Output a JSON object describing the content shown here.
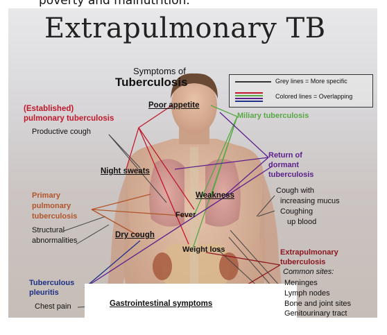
{
  "caption": "poverty and malnutrition.",
  "title": "Extrapulmonary TB",
  "diagram": {
    "heading_line1": "Symptoms of",
    "heading_line2": "Tuberculosis",
    "legend": {
      "grey": "Grey lines = More specific",
      "colored": "Colored lines = Overlapping"
    },
    "stages": {
      "established_1": "(Established)",
      "established_2": "pulmonary tuberculosis",
      "miliary": "Miliary tuberculosis",
      "return_1": "Return of",
      "return_2": "dormant",
      "return_3": "tuberculosis",
      "primary_1": "Primary",
      "primary_2": "pulmonary",
      "primary_3": "tuberculosis",
      "pleuritis_1": "Tuberculous",
      "pleuritis_2": "pleuritis",
      "extra_1": "Extrapulmonary",
      "extra_2": "tuberculosis"
    },
    "symptoms": {
      "poor_appetite": "Poor appetite",
      "night_sweats": "Night sweats",
      "weakness": "Weakness",
      "fever": "Fever",
      "dry_cough": "Dry cough",
      "weight_loss": "Weight loss",
      "gastro": "Gastrointestinal symptoms"
    },
    "specific": {
      "productive_cough": "Productive cough",
      "cough_mucus_1": "Cough with",
      "cough_mucus_2": "increasing mucus",
      "coughing_blood_1": "Coughing",
      "coughing_blood_2": "up blood",
      "structural_1": "Structural",
      "structural_2": "abnormalities",
      "chest_pain": "Chest pain"
    },
    "sites": {
      "common": "Common sites:",
      "meninges": "Meninges",
      "lymph": "Lymph nodes",
      "bone": "Bone and joint sites",
      "genito": "Genitourinary tract"
    }
  }
}
